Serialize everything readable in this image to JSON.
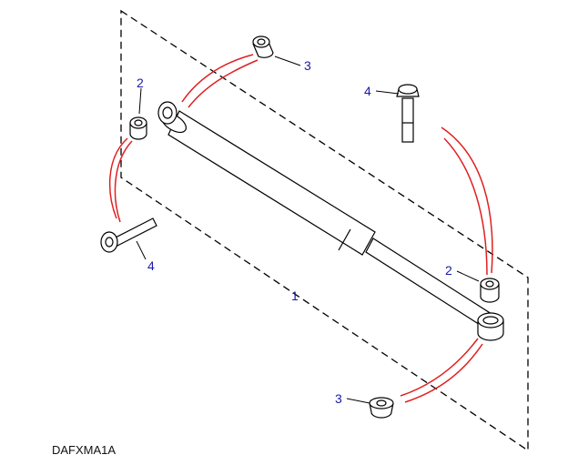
{
  "diagram": {
    "reference_code": "DAFXMA1A",
    "callouts": {
      "shock_absorber": "1",
      "spacer_upper": "2",
      "spacer_lower": "2",
      "bush_upper": "3",
      "bush_lower": "3",
      "bolt_upper": "4",
      "bolt_lower": "4"
    },
    "colors": {
      "callout": "#1a1aa6",
      "fitment_line": "#e02020",
      "outline": "#000000"
    }
  }
}
